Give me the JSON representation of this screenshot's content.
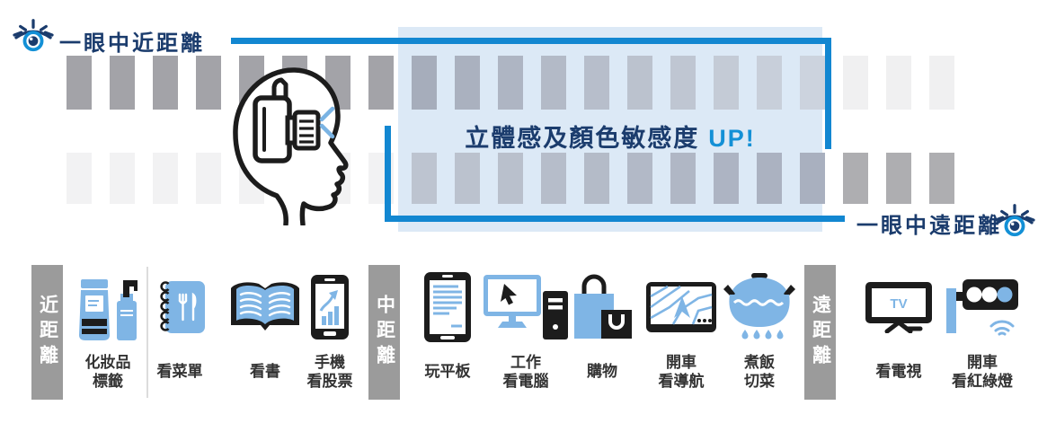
{
  "callouts": {
    "near_eye": "一眼中近距離",
    "far_eye": "一眼中遠距離",
    "box_text": "立體感及顏色敏感度",
    "box_up": "UP!"
  },
  "colors": {
    "accent_blue": "#1287d1",
    "navy": "#1b3c6d",
    "up_blue": "#1390d6",
    "overlap_box": "#dce9f6",
    "icon_blue": "#7fb5e5",
    "icon_black": "#1c1c1c",
    "distance_bar_gray": "#9b9b9b"
  },
  "bars": {
    "count": 21,
    "box_start_index": 8,
    "box_end_index": 17,
    "top": {
      "left_color": "#a3a3a8",
      "box_from": "#a6adbb",
      "box_to": "#ccd3de",
      "right_color": "#f0f0f1"
    },
    "bottom": {
      "left_color": "#f2f2f3",
      "box_from": "#bdc4d0",
      "box_to": "#a9b0bf",
      "right_color": "#aeaeb1"
    }
  },
  "activities": {
    "near_label": "近距離",
    "mid_label": "中距離",
    "far_label": "遠距離",
    "items": [
      {
        "id": "cosmetics-labels",
        "line1": "化妝品",
        "line2": "標籤"
      },
      {
        "id": "read-menu",
        "line1": "看菜單",
        "line2": ""
      },
      {
        "id": "read-book",
        "line1": "看書",
        "line2": ""
      },
      {
        "id": "phone-stocks",
        "line1": "手機",
        "line2": "看股票"
      },
      {
        "id": "play-tablet",
        "line1": "玩平板",
        "line2": ""
      },
      {
        "id": "work-computer",
        "line1": "工作",
        "line2": "看電腦"
      },
      {
        "id": "shopping",
        "line1": "購物",
        "line2": ""
      },
      {
        "id": "drive-navigation",
        "line1": "開車",
        "line2": "看導航"
      },
      {
        "id": "cook-chop",
        "line1": "煮飯",
        "line2": "切菜"
      },
      {
        "id": "watch-tv",
        "line1": "看電視",
        "line2": ""
      },
      {
        "id": "drive-traffic-light",
        "line1": "開車",
        "line2": "看紅綠燈"
      }
    ]
  }
}
